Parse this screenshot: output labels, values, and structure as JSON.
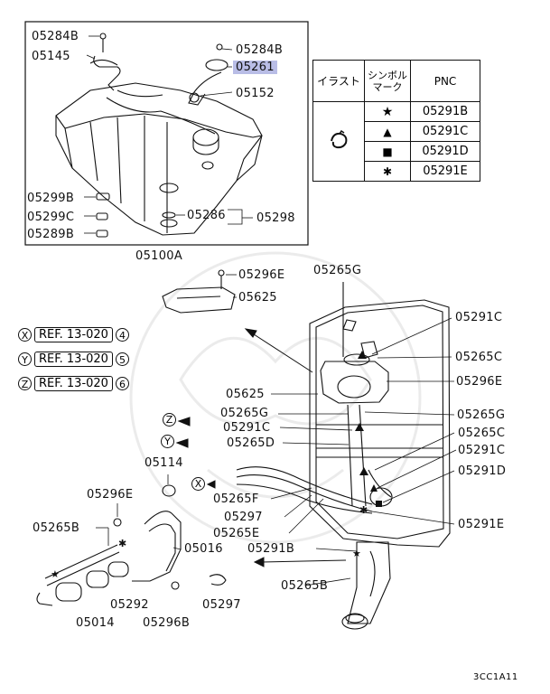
{
  "tank_box": {
    "labels": {
      "l05284B_a": "05284B",
      "l05145": "05145",
      "l05284B_b": "05284B",
      "l05261": "05261",
      "l05152": "05152",
      "l05299B": "05299B",
      "l05299C": "05299C",
      "l05289B": "05289B",
      "l05286": "05286",
      "l05298": "05298"
    },
    "caption": "05100A"
  },
  "legend_table": {
    "headers": [
      "イラスト",
      "シンボルマーク",
      "PNC"
    ],
    "rows": [
      {
        "symbol": "★",
        "pnc": "05291B"
      },
      {
        "symbol": "▲",
        "pnc": "05291C"
      },
      {
        "symbol": "■",
        "pnc": "05291D"
      },
      {
        "symbol": "✱",
        "pnc": "05291E"
      }
    ]
  },
  "refs": [
    {
      "mark": "X",
      "text": "REF. 13-020",
      "num": "4"
    },
    {
      "mark": "Y",
      "text": "REF. 13-020",
      "num": "5"
    },
    {
      "mark": "Z",
      "text": "REF. 13-020",
      "num": "6"
    }
  ],
  "markers": {
    "x": "X",
    "y": "Y",
    "z": "Z"
  },
  "labels": {
    "l05296E_a": "05296E",
    "l05625_a": "05625",
    "l05265G_a": "05265G",
    "l05291C_a": "05291C",
    "l05265C_a": "05265C",
    "l05296E_r": "05296E",
    "l05625_b": "05625",
    "l05265G_b": "05265G",
    "l05265G_c": "05265G",
    "l05291C_b": "05291C",
    "l05265C_b": "05265C",
    "l05265D": "05265D",
    "l05291C_c": "05291C",
    "l05114": "05114",
    "l05291D": "05291D",
    "l05296E_b": "05296E",
    "l05265F": "05265F",
    "l05297_a": "05297",
    "l05265B_a": "05265B",
    "l05265E": "05265E",
    "l05291E": "05291E",
    "l05016": "05016",
    "l05291B": "05291B",
    "l05265B_b": "05265B",
    "l05292": "05292",
    "l05297_b": "05297",
    "l05014": "05014",
    "l05296B": "05296B"
  },
  "symbols": {
    "star": "★",
    "asterisk": "✱"
  },
  "diagram_code": "3CC1A11"
}
